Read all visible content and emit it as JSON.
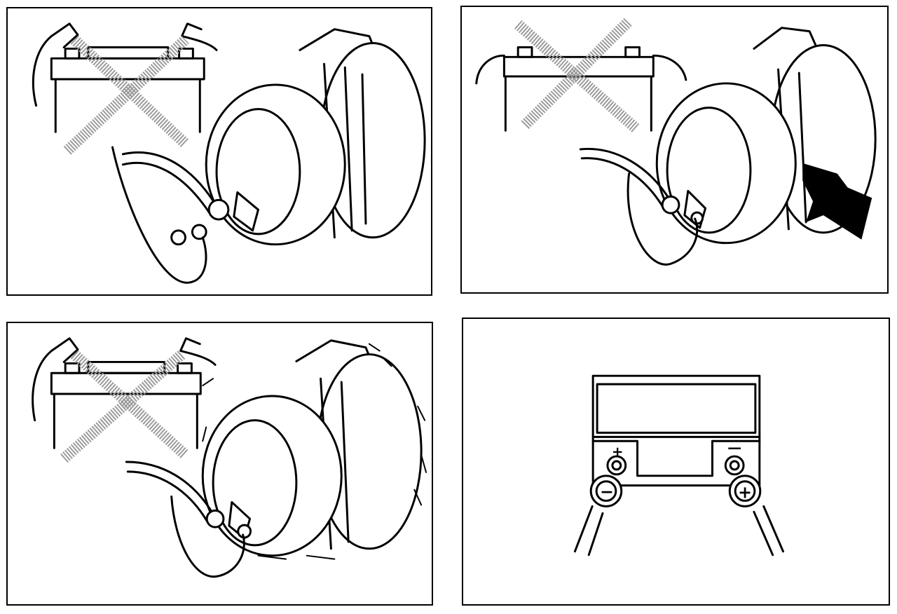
{
  "panels": [
    {
      "id": "panel-1",
      "prohibited": true
    },
    {
      "id": "panel-2",
      "prohibited": true
    },
    {
      "id": "panel-3",
      "prohibited": true
    },
    {
      "id": "panel-4",
      "prohibited": false
    }
  ],
  "polarity": {
    "battery_positive": "+",
    "battery_negative": "—",
    "clamp_left": "−",
    "clamp_right": "+"
  },
  "colors": {
    "line": "#000000",
    "crossout": "#9a9a9a",
    "arrow": "#000000"
  }
}
